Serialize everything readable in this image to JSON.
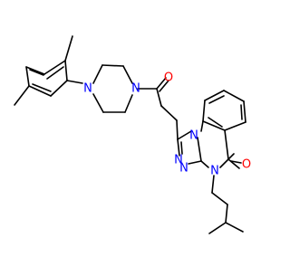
{
  "molecule": {
    "atoms": [
      {
        "id": "N_pip1",
        "label": "N",
        "color": "#0000ff"
      },
      {
        "id": "N_pip2",
        "label": "N",
        "color": "#0000ff"
      },
      {
        "id": "O_ketone",
        "label": "O",
        "color": "#ff0000"
      },
      {
        "id": "N_q1",
        "label": "N",
        "color": "#0000ff"
      },
      {
        "id": "N_t1",
        "label": "N",
        "color": "#0000ff"
      },
      {
        "id": "N_t2",
        "label": "N",
        "color": "#0000ff"
      },
      {
        "id": "N_q2",
        "label": "N",
        "color": "#0000ff"
      },
      {
        "id": "O_amide",
        "label": "O",
        "color": "#ff0000"
      }
    ],
    "bond_color": "#000000"
  }
}
